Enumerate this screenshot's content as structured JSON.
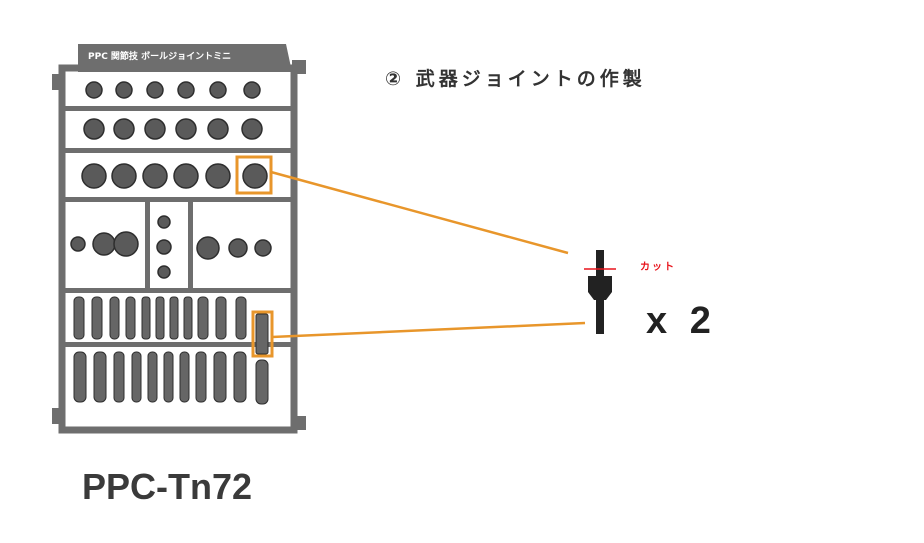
{
  "step": {
    "title": "② 武器ジョイントの作製"
  },
  "sprue": {
    "header_text": "PPC 関節技 ボールジョイントミニ",
    "model_name": "PPC-Tn72"
  },
  "part": {
    "cut_label": "カット",
    "quantity": "x 2"
  },
  "colors": {
    "sprue": "#6e6e6e",
    "sprue_dark": "#3c3c3c",
    "highlight": "#e8962b",
    "cut_line": "#e8141c",
    "part": "#222222"
  }
}
